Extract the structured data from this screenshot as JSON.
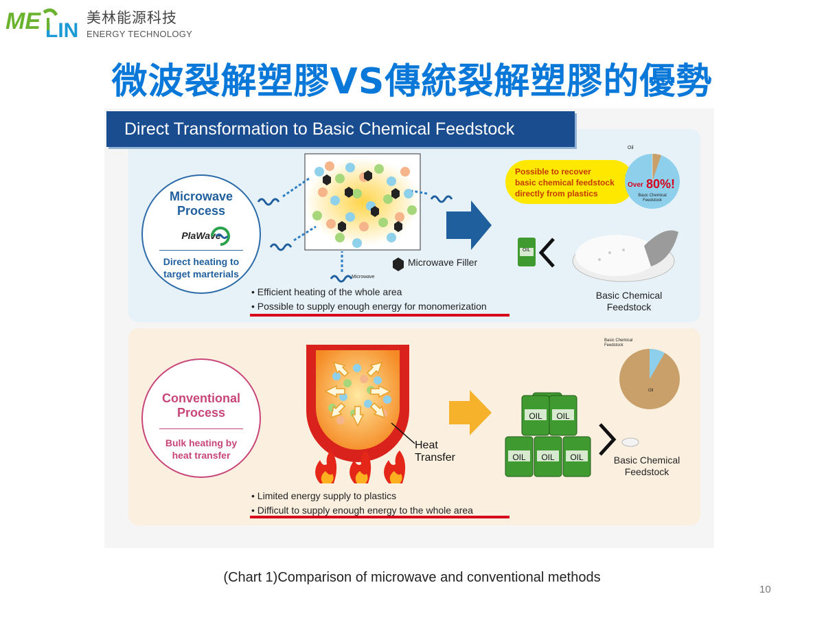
{
  "logo": {
    "mark_text": "MEILIN",
    "company_cn": "美林能源科技",
    "company_en": "ENERGY TECHNOLOGY",
    "colors": {
      "green": "#6bb32e",
      "blue": "#1b9ad6"
    }
  },
  "title": "微波裂解塑膠VS傳統裂解塑膠的優勢",
  "figure": {
    "header": "Direct Transformation to Basic Chemical Feedstock",
    "microwave": {
      "title_line1": "Microwave",
      "title_line2": "Process",
      "brand": "PlaWave",
      "subtitle_line1": "Direct heating to",
      "subtitle_line2": "target marterials",
      "filler_label": "Microwave Filler",
      "wave_label": "Microwave",
      "bullets": [
        "• Efficient heating of the whole area",
        "• Possible to supply enough energy for monomerization"
      ],
      "callout_line1": "Possible to recover",
      "callout_line2": "basic chemical feedstock",
      "callout_line3": "directly from plastics",
      "pie_top_label": "Oil",
      "pie_over": "Over",
      "pie_percent": "80%!",
      "pie_inner_line1": "Basic Chemical",
      "pie_inner_line2": "Feedstock",
      "barrel_label": "OIL",
      "result_line1": "Basic Chemical",
      "result_line2": "Feedstock"
    },
    "conventional": {
      "title_line1": "Conventional",
      "title_line2": "Process",
      "subtitle_line1": "Bulk heating by",
      "subtitle_line2": "heat transfer",
      "heat_line1": "Heat",
      "heat_line2": "Transfer",
      "bullets": [
        "• Limited energy supply to plastics",
        "• Difficult to supply enough energy to the whole area"
      ],
      "pie_label_line1": "Basic Chemical",
      "pie_label_line2": "Feedstock",
      "pie_oil_label": "Oil",
      "barrel_label": "OIL",
      "result_line1": "Basic Chemical",
      "result_line2": "Feedstock"
    }
  },
  "caption": "(Chart 1)Comparison of microwave and conventional methods",
  "page_number": "10",
  "colors": {
    "title_blue": "#0a78d8",
    "header_navy": "#1a4d8f",
    "underline_red": "#d6001c",
    "microwave_panel": "#e6f2f8",
    "conventional_panel": "#fbf0e0"
  }
}
